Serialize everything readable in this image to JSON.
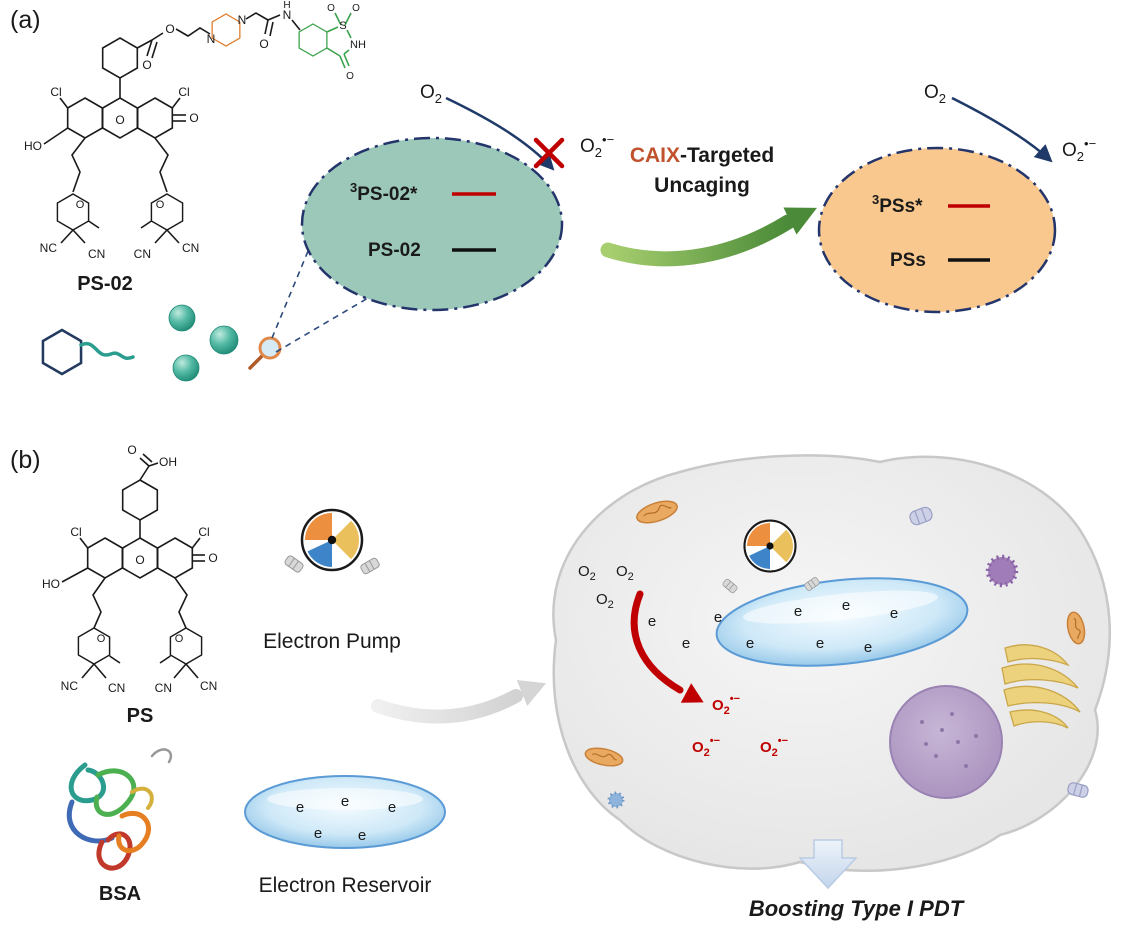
{
  "panel_a": {
    "label": "(a)",
    "molecule_label": "PS-02",
    "atoms": {
      "cl_left": "Cl",
      "cl_right": "Cl",
      "ho": "HO",
      "o_center": "O",
      "o_keto": "O",
      "o_ester_keto": "O",
      "o_ester": "O",
      "n_pip_a": "N",
      "n_pip_b": "N",
      "o_amide": "O",
      "n_amide": "N",
      "h_amide": "H",
      "s": "S",
      "o_s_a": "O",
      "o_s_b": "O",
      "nh": "NH",
      "o_sac_keto": "O",
      "o_pyran_l": "O",
      "o_pyran_r": "O",
      "nc_left": "NC",
      "cn_left": "CN",
      "cn_right_a": "CN",
      "cn_right_b": "CN"
    },
    "caged": {
      "excited_sup": "3",
      "excited_main": "PS-02*",
      "ground": "PS-02"
    },
    "uncaged": {
      "excited_sup": "3",
      "excited_main": "PSs*",
      "ground": "PSs"
    },
    "oxygen": {
      "base": "O",
      "sub": "2"
    },
    "superoxide": {
      "base": "O",
      "sub": "2",
      "sup": "•−"
    },
    "transition": {
      "accent": "CAIX",
      "rest": "-Targeted",
      "line2": "Uncaging"
    }
  },
  "panel_b": {
    "label": "(b)",
    "molecule_label": "PS",
    "atoms": {
      "o_acid": "O",
      "oh": "OH",
      "cl_left": "Cl",
      "cl_right": "Cl",
      "ho": "HO",
      "o_center": "O",
      "o_keto": "O",
      "o_pyran_l": "O",
      "o_pyran_r": "O",
      "nc_left": "NC",
      "cn_left": "CN",
      "cn_right_a": "CN",
      "cn_right_b": "CN"
    },
    "pump_label": "Electron Pump",
    "bsa_label": "BSA",
    "reservoir_label": "Electron Reservoir",
    "electron": "e",
    "oxygen": {
      "base": "O",
      "sub": "2"
    },
    "superoxide": {
      "base": "O",
      "sub": "2",
      "sup": "•−"
    },
    "caption": "Boosting Type I PDT"
  },
  "colors": {
    "navy": "#1f3a68",
    "red": "#c00000",
    "caix_accent": "#c0522d",
    "caged_ellipse_fill": "#9cc8ba",
    "uncaged_ellipse_fill": "#f8c88e",
    "green_arrow": "#4a8a38",
    "piperazine_orange": "#e07b2a",
    "saccharin_green": "#3aa24a",
    "caption_blue": "#2e74b5",
    "cell_gray": "#ececec",
    "nucleus_purple": "#b5a0c8",
    "golgi_yellow": "#ecd27c",
    "mitochondria_orange": "#e9a961",
    "reservoir_blue": "#5fa8d8"
  }
}
